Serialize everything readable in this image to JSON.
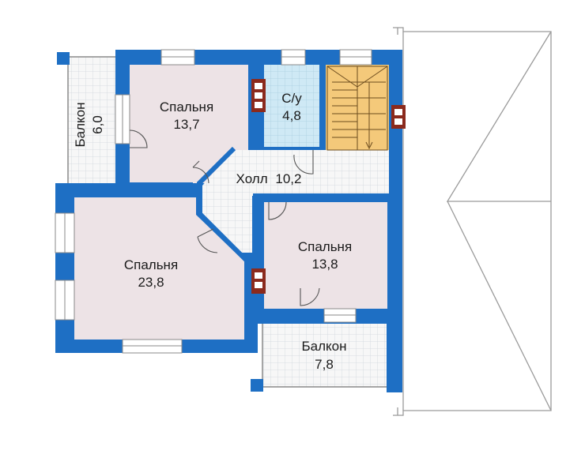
{
  "plan": {
    "colors": {
      "wall": "#1e6fc4",
      "room_fill": "#ede3e6",
      "tile_fill": "#f7f7f7",
      "tile_grid": "#cfd6dd",
      "bath_fill": "#cfe9f5",
      "stair_fill": "#f4c97a",
      "chimney": "#8b2a1d",
      "roof_line": "#9a9a9a"
    },
    "rooms": [
      {
        "id": "bedroom-1",
        "name": "Спальня",
        "area": "13,7"
      },
      {
        "id": "bath",
        "name": "С/у",
        "area": "4,8"
      },
      {
        "id": "hall",
        "name": "Холл",
        "area": "10,2"
      },
      {
        "id": "bedroom-2",
        "name": "Спальня",
        "area": "23,8"
      },
      {
        "id": "bedroom-3",
        "name": "Спальня",
        "area": "13,8"
      },
      {
        "id": "balcony-1",
        "name": "Балкон",
        "area": "6,0"
      },
      {
        "id": "balcony-2",
        "name": "Балкон",
        "area": "7,8"
      }
    ]
  }
}
